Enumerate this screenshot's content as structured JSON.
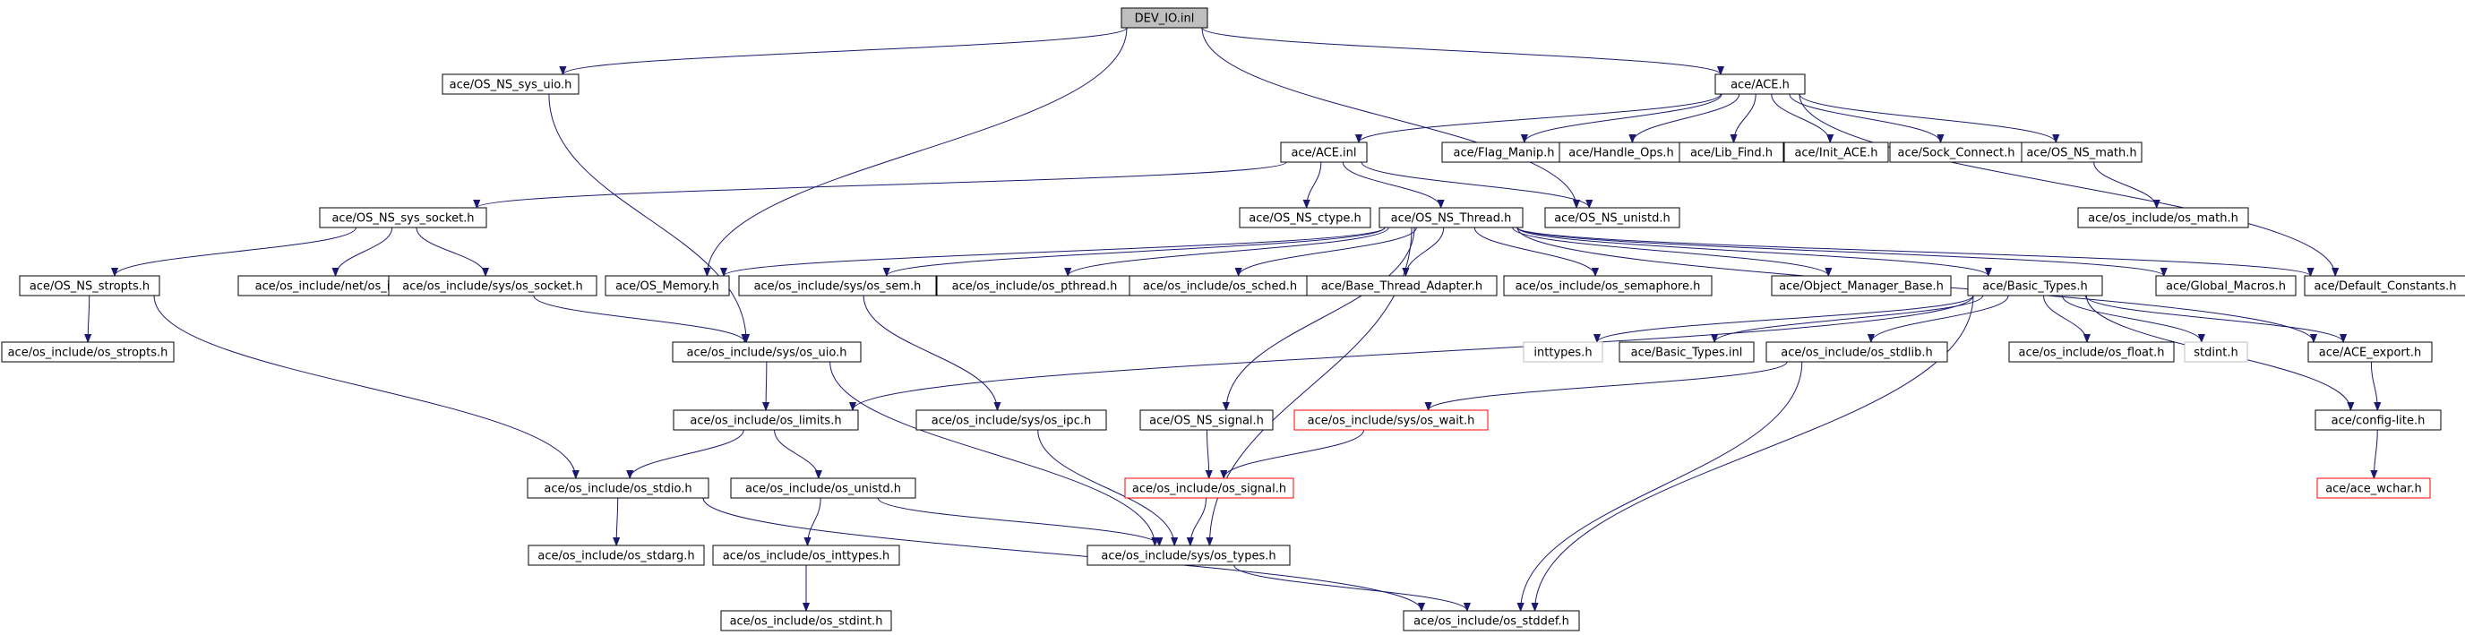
{
  "edge_color": "#191970",
  "nodes": [
    {
      "id": "dev_io_inl",
      "label": "DEV_IO.inl",
      "style": "root"
    },
    {
      "id": "os_ns_sys_uio",
      "label": "ace/OS_NS_sys_uio.h",
      "style": "normal"
    },
    {
      "id": "ace_h",
      "label": "ace/ACE.h",
      "style": "normal"
    },
    {
      "id": "ace_inl",
      "label": "ace/ACE.inl",
      "style": "normal"
    },
    {
      "id": "flag_manip",
      "label": "ace/Flag_Manip.h",
      "style": "normal"
    },
    {
      "id": "handle_ops",
      "label": "ace/Handle_Ops.h",
      "style": "normal"
    },
    {
      "id": "lib_find",
      "label": "ace/Lib_Find.h",
      "style": "normal"
    },
    {
      "id": "init_ace",
      "label": "ace/Init_ACE.h",
      "style": "normal"
    },
    {
      "id": "sock_connect",
      "label": "ace/Sock_Connect.h",
      "style": "normal"
    },
    {
      "id": "os_ns_math",
      "label": "ace/OS_NS_math.h",
      "style": "normal"
    },
    {
      "id": "os_math",
      "label": "ace/os_include/os_math.h",
      "style": "normal"
    },
    {
      "id": "os_ns_sys_socket",
      "label": "ace/OS_NS_sys_socket.h",
      "style": "normal"
    },
    {
      "id": "os_ns_ctype",
      "label": "ace/OS_NS_ctype.h",
      "style": "normal"
    },
    {
      "id": "os_ns_thread",
      "label": "ace/OS_NS_Thread.h",
      "style": "normal"
    },
    {
      "id": "os_ns_unistd",
      "label": "ace/OS_NS_unistd.h",
      "style": "normal"
    },
    {
      "id": "os_ns_stropts",
      "label": "ace/OS_NS_stropts.h",
      "style": "normal"
    },
    {
      "id": "net_os_if",
      "label": "ace/os_include/net/os_if.h",
      "style": "normal"
    },
    {
      "id": "sys_os_socket",
      "label": "ace/os_include/sys/os_socket.h",
      "style": "normal"
    },
    {
      "id": "os_memory",
      "label": "ace/OS_Memory.h",
      "style": "normal"
    },
    {
      "id": "sys_os_sem",
      "label": "ace/os_include/sys/os_sem.h",
      "style": "normal"
    },
    {
      "id": "os_pthread",
      "label": "ace/os_include/os_pthread.h",
      "style": "normal"
    },
    {
      "id": "os_sched",
      "label": "ace/os_include/os_sched.h",
      "style": "normal"
    },
    {
      "id": "base_thread_adapter",
      "label": "ace/Base_Thread_Adapter.h",
      "style": "normal"
    },
    {
      "id": "os_semaphore",
      "label": "ace/os_include/os_semaphore.h",
      "style": "normal"
    },
    {
      "id": "object_manager_base",
      "label": "ace/Object_Manager_Base.h",
      "style": "normal"
    },
    {
      "id": "basic_types_h",
      "label": "ace/Basic_Types.h",
      "style": "normal"
    },
    {
      "id": "global_macros",
      "label": "ace/Global_Macros.h",
      "style": "normal"
    },
    {
      "id": "default_constants",
      "label": "ace/Default_Constants.h",
      "style": "normal"
    },
    {
      "id": "os_stropts",
      "label": "ace/os_include/os_stropts.h",
      "style": "normal"
    },
    {
      "id": "sys_os_uio",
      "label": "ace/os_include/sys/os_uio.h",
      "style": "normal"
    },
    {
      "id": "inttypes_h",
      "label": "inttypes.h",
      "style": "gray"
    },
    {
      "id": "basic_types_inl",
      "label": "ace/Basic_Types.inl",
      "style": "normal"
    },
    {
      "id": "os_stdlib",
      "label": "ace/os_include/os_stdlib.h",
      "style": "normal"
    },
    {
      "id": "os_float",
      "label": "ace/os_include/os_float.h",
      "style": "normal"
    },
    {
      "id": "stdint_h",
      "label": "stdint.h",
      "style": "gray"
    },
    {
      "id": "ace_export",
      "label": "ace/ACE_export.h",
      "style": "normal"
    },
    {
      "id": "os_limits",
      "label": "ace/os_include/os_limits.h",
      "style": "normal"
    },
    {
      "id": "sys_os_ipc",
      "label": "ace/os_include/sys/os_ipc.h",
      "style": "normal"
    },
    {
      "id": "os_ns_signal",
      "label": "ace/OS_NS_signal.h",
      "style": "normal"
    },
    {
      "id": "sys_os_wait",
      "label": "ace/os_include/sys/os_wait.h",
      "style": "red"
    },
    {
      "id": "config_lite",
      "label": "ace/config-lite.h",
      "style": "normal"
    },
    {
      "id": "os_stdio",
      "label": "ace/os_include/os_stdio.h",
      "style": "normal"
    },
    {
      "id": "os_unistd",
      "label": "ace/os_include/os_unistd.h",
      "style": "normal"
    },
    {
      "id": "os_signal",
      "label": "ace/os_include/os_signal.h",
      "style": "red"
    },
    {
      "id": "ace_wchar",
      "label": "ace/ace_wchar.h",
      "style": "red"
    },
    {
      "id": "os_stdarg",
      "label": "ace/os_include/os_stdarg.h",
      "style": "normal"
    },
    {
      "id": "os_inttypes",
      "label": "ace/os_include/os_inttypes.h",
      "style": "normal"
    },
    {
      "id": "sys_os_types",
      "label": "ace/os_include/sys/os_types.h",
      "style": "normal"
    },
    {
      "id": "os_stdint",
      "label": "ace/os_include/os_stdint.h",
      "style": "normal"
    },
    {
      "id": "os_stddef",
      "label": "ace/os_include/os_stddef.h",
      "style": "normal"
    }
  ],
  "edges": [
    [
      "dev_io_inl",
      "os_ns_sys_uio"
    ],
    [
      "dev_io_inl",
      "ace_h"
    ],
    [
      "dev_io_inl",
      "os_memory"
    ],
    [
      "dev_io_inl",
      "os_ns_unistd"
    ],
    [
      "os_ns_sys_uio",
      "sys_os_uio"
    ],
    [
      "ace_h",
      "ace_inl"
    ],
    [
      "ace_h",
      "flag_manip"
    ],
    [
      "ace_h",
      "handle_ops"
    ],
    [
      "ace_h",
      "lib_find"
    ],
    [
      "ace_h",
      "init_ace"
    ],
    [
      "ace_h",
      "sock_connect"
    ],
    [
      "ace_h",
      "os_ns_math"
    ],
    [
      "ace_h",
      "default_constants"
    ],
    [
      "os_ns_math",
      "os_math"
    ],
    [
      "ace_inl",
      "os_ns_sys_socket"
    ],
    [
      "ace_inl",
      "os_ns_ctype"
    ],
    [
      "ace_inl",
      "os_ns_thread"
    ],
    [
      "ace_inl",
      "os_ns_unistd"
    ],
    [
      "os_ns_sys_socket",
      "os_ns_stropts"
    ],
    [
      "os_ns_sys_socket",
      "net_os_if"
    ],
    [
      "os_ns_sys_socket",
      "sys_os_socket"
    ],
    [
      "os_ns_stropts",
      "os_stropts"
    ],
    [
      "os_ns_stropts",
      "os_stdio"
    ],
    [
      "sys_os_socket",
      "sys_os_uio"
    ],
    [
      "os_ns_thread",
      "os_memory"
    ],
    [
      "os_ns_thread",
      "sys_os_sem"
    ],
    [
      "os_ns_thread",
      "os_pthread"
    ],
    [
      "os_ns_thread",
      "os_sched"
    ],
    [
      "os_ns_thread",
      "base_thread_adapter"
    ],
    [
      "os_ns_thread",
      "os_semaphore"
    ],
    [
      "os_ns_thread",
      "object_manager_base"
    ],
    [
      "os_ns_thread",
      "basic_types_h"
    ],
    [
      "os_ns_thread",
      "global_macros"
    ],
    [
      "os_ns_thread",
      "default_constants"
    ],
    [
      "os_ns_thread",
      "ace_export"
    ],
    [
      "os_ns_thread",
      "os_ns_signal"
    ],
    [
      "os_ns_thread",
      "sys_os_types"
    ],
    [
      "sys_os_sem",
      "sys_os_ipc"
    ],
    [
      "basic_types_h",
      "inttypes_h"
    ],
    [
      "basic_types_h",
      "basic_types_inl"
    ],
    [
      "basic_types_h",
      "os_stdlib"
    ],
    [
      "basic_types_h",
      "os_float"
    ],
    [
      "basic_types_h",
      "stdint_h"
    ],
    [
      "basic_types_h",
      "ace_export"
    ],
    [
      "basic_types_h",
      "config_lite"
    ],
    [
      "basic_types_h",
      "os_limits"
    ],
    [
      "basic_types_h",
      "os_stddef"
    ],
    [
      "sys_os_uio",
      "os_limits"
    ],
    [
      "sys_os_uio",
      "sys_os_types"
    ],
    [
      "os_limits",
      "os_stdio"
    ],
    [
      "os_limits",
      "os_unistd"
    ],
    [
      "os_stdlib",
      "sys_os_wait"
    ],
    [
      "os_stdlib",
      "os_stddef"
    ],
    [
      "ace_export",
      "config_lite"
    ],
    [
      "config_lite",
      "ace_wchar"
    ],
    [
      "sys_os_ipc",
      "sys_os_types"
    ],
    [
      "os_ns_signal",
      "os_signal"
    ],
    [
      "sys_os_wait",
      "os_signal"
    ],
    [
      "os_signal",
      "sys_os_types"
    ],
    [
      "os_stdio",
      "os_stdarg"
    ],
    [
      "os_stdio",
      "os_stddef"
    ],
    [
      "os_unistd",
      "os_inttypes"
    ],
    [
      "os_unistd",
      "sys_os_types"
    ],
    [
      "os_inttypes",
      "os_stdint"
    ],
    [
      "sys_os_types",
      "os_stddef"
    ]
  ]
}
